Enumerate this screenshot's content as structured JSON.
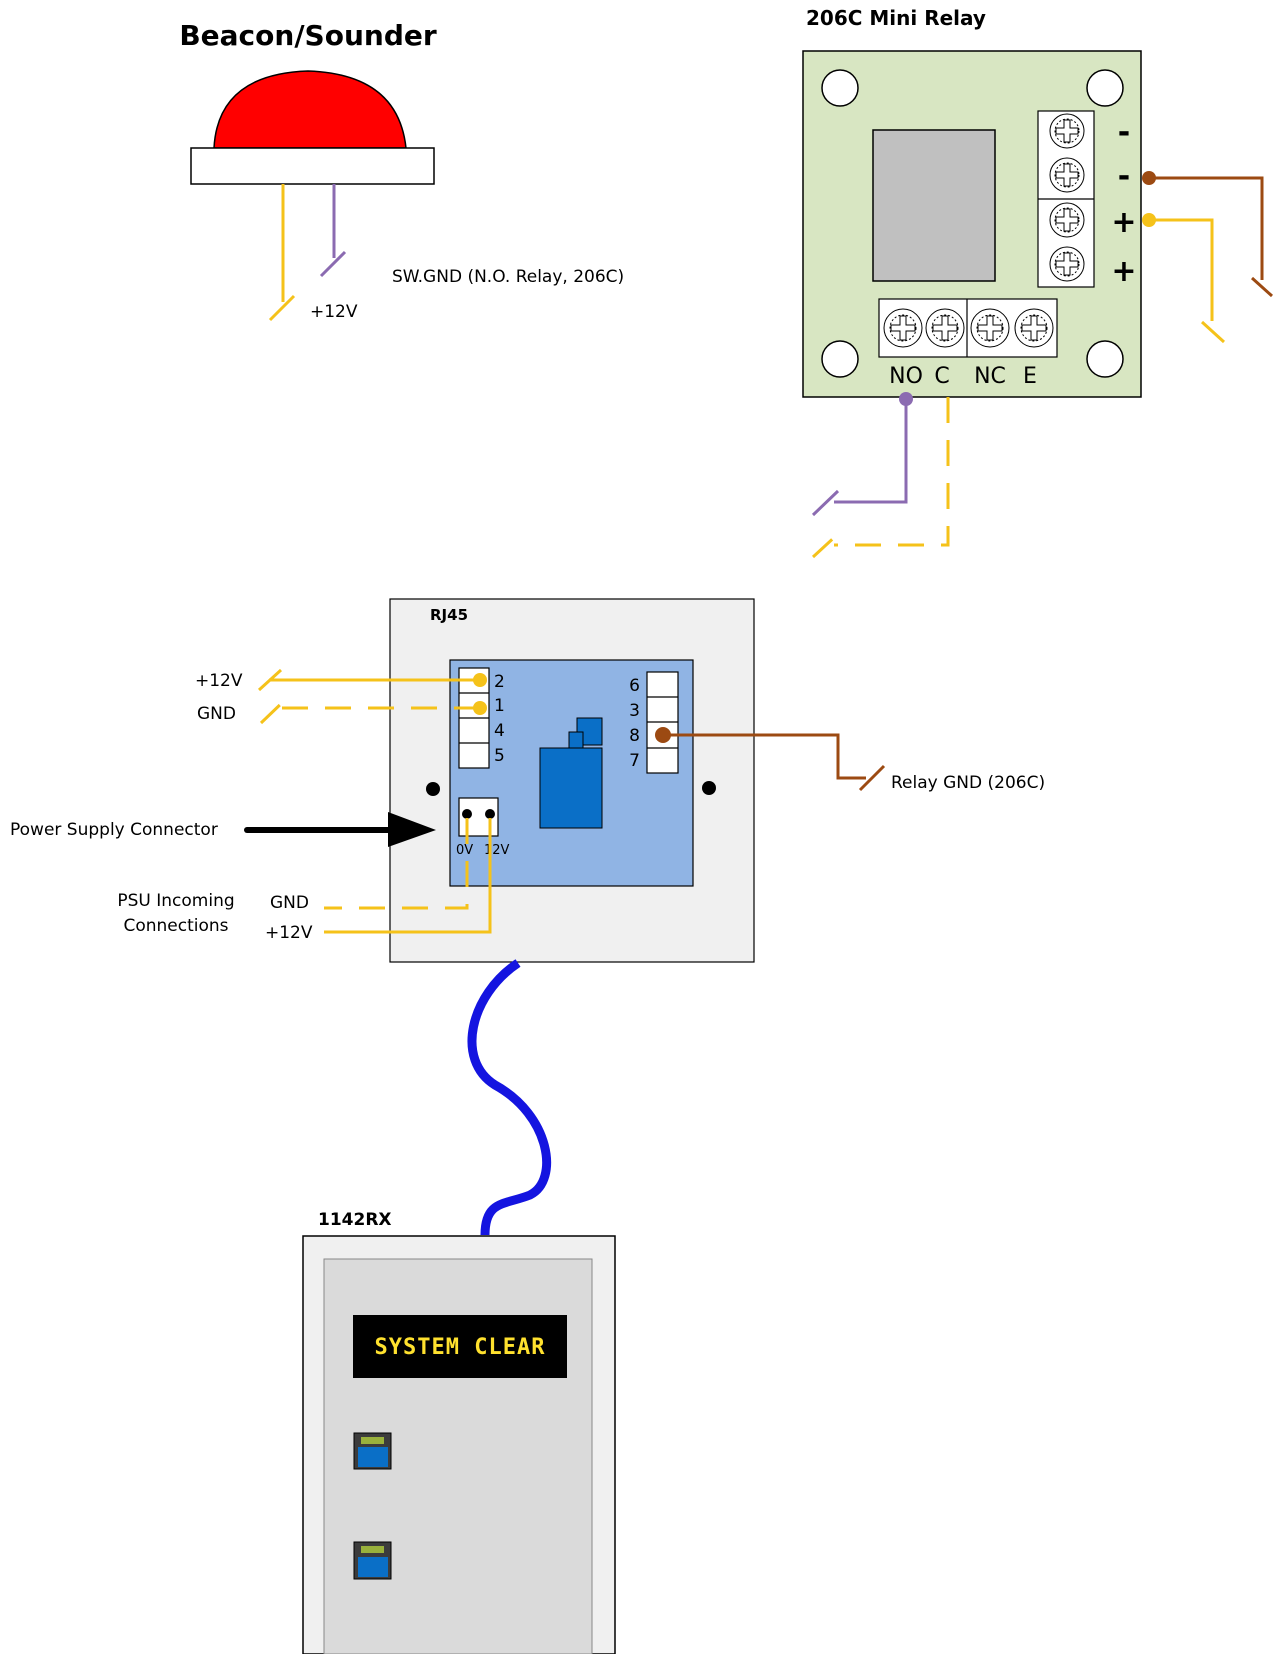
{
  "colors": {
    "wire_12v": "#F5C21A",
    "wire_sw_gnd": "#8B6BB1",
    "wire_relay_gnd": "#9C4A12",
    "network_cable": "#1414E0",
    "beacon_dome": "#FF0000",
    "relay_board": "#D8E6C2",
    "rj45_plate": "#F0F0F0",
    "rj45_board": "#90B4E4",
    "rj45_chip": "#0A6FC7",
    "panel_body": "#DADADA",
    "lcd_text": "#FFE12E",
    "button_blue": "#0A6FC7",
    "button_led": "#99B13C"
  },
  "beacon": {
    "title": "Beacon/Sounder",
    "label_sw_gnd": "SW.GND (N.O. Relay, 206C)",
    "label_12v": "+12V"
  },
  "relay": {
    "title": "206C Mini Relay",
    "right_terminals": [
      "-",
      "-",
      "+",
      "+"
    ],
    "bottom_terminals": [
      "NO",
      "C",
      "NC",
      "E"
    ]
  },
  "rj45": {
    "title": "RJ45",
    "left_pins": [
      "2",
      "1",
      "4",
      "5"
    ],
    "right_pins": [
      "6",
      "3",
      "8",
      "7"
    ],
    "psu_labels": [
      "0V",
      "12V"
    ],
    "label_in_12v": "+12V",
    "label_in_gnd": "GND",
    "label_relay_gnd": "Relay GND (206C)",
    "label_psu_connector": "Power Supply Connector",
    "label_psu_incoming_line1": "PSU Incoming",
    "label_psu_incoming_line2": "Connections",
    "label_psu_gnd": "GND",
    "label_psu_12v": "+12V"
  },
  "panel": {
    "title": "1142RX",
    "lcd_text": "SYSTEM CLEAR"
  }
}
